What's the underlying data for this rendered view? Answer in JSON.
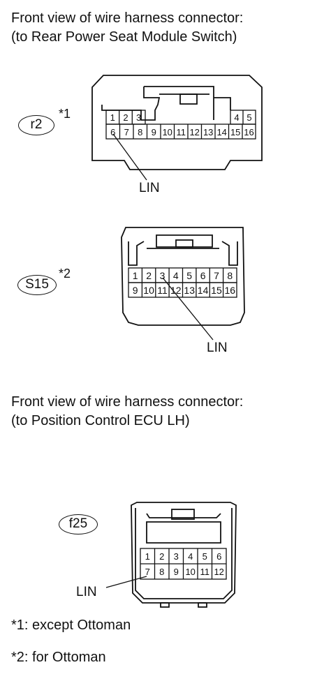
{
  "section1": {
    "title_line1": "Front view of wire harness connector:",
    "title_line2": "(to Rear Power Seat Module Switch)"
  },
  "connector_r2": {
    "code": "r2",
    "note_mark": "*1",
    "row1_left": [
      "1",
      "2",
      "3"
    ],
    "row1_right": [
      "4",
      "5"
    ],
    "row2": [
      "6",
      "7",
      "8",
      "9",
      "10",
      "11",
      "12",
      "13",
      "14",
      "15",
      "16"
    ],
    "signal_label": "LIN"
  },
  "connector_s15": {
    "code": "S15",
    "note_mark": "*2",
    "row1": [
      "1",
      "2",
      "3",
      "4",
      "5",
      "6",
      "7",
      "8"
    ],
    "row2": [
      "9",
      "10",
      "11",
      "12",
      "13",
      "14",
      "15",
      "16"
    ],
    "signal_label": "LIN"
  },
  "section2": {
    "title_line1": "Front view of wire harness connector:",
    "title_line2": "(to Position Control ECU LH)"
  },
  "connector_f25": {
    "code": "f25",
    "row1": [
      "1",
      "2",
      "3",
      "4",
      "5",
      "6"
    ],
    "row2": [
      "7",
      "8",
      "9",
      "10",
      "11",
      "12"
    ],
    "signal_label": "LIN"
  },
  "notes": {
    "note1": "*1: except Ottoman",
    "note2": "*2: for Ottoman"
  }
}
